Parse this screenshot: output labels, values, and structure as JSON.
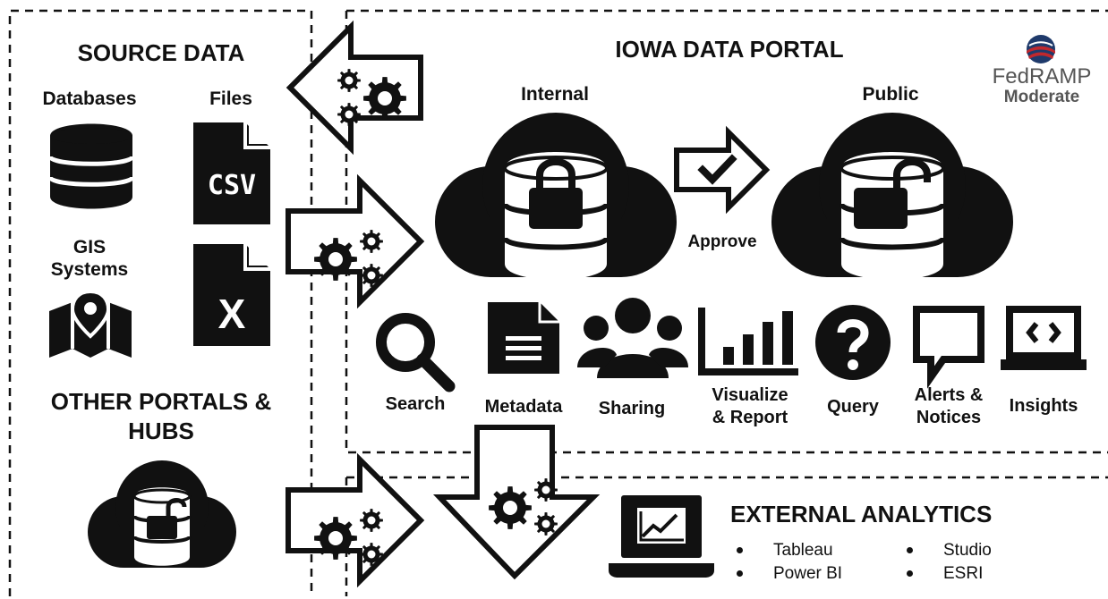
{
  "source_data": {
    "title": "SOURCE DATA",
    "databases_label": "Databases",
    "files_label": "Files",
    "gis_label_line1": "GIS",
    "gis_label_line2": "Systems",
    "csv_text": "CSV",
    "excel_text": "X"
  },
  "other_portals": {
    "title_line1": "OTHER PORTALS &",
    "title_line2": "HUBS"
  },
  "portal": {
    "title": "IOWA DATA PORTAL",
    "internal_label": "Internal",
    "public_label": "Public",
    "approve_label": "Approve",
    "fedramp_name": "FedRAMP",
    "fedramp_level": "Moderate",
    "features": [
      {
        "label": "Search",
        "icon": "search-icon"
      },
      {
        "label": "Metadata",
        "icon": "document-icon"
      },
      {
        "label": "Sharing",
        "icon": "people-icon"
      },
      {
        "label_line1": "Visualize",
        "label_line2": "& Report",
        "icon": "bar-chart-icon"
      },
      {
        "label": "Query",
        "icon": "question-icon"
      },
      {
        "label_line1": "Alerts &",
        "label_line2": "Notices",
        "icon": "speech-bubble-icon"
      },
      {
        "label": "Insights",
        "icon": "code-laptop-icon"
      }
    ]
  },
  "external": {
    "title": "EXTERNAL ANALYTICS",
    "tools": [
      "Tableau",
      "Studio",
      "Power BI",
      "ESRI"
    ]
  },
  "colors": {
    "ink": "#111111",
    "background": "#ffffff",
    "fedramp_blue": "#1f3a6b",
    "fedramp_red": "#c0282d",
    "fedramp_gray": "#555555"
  }
}
